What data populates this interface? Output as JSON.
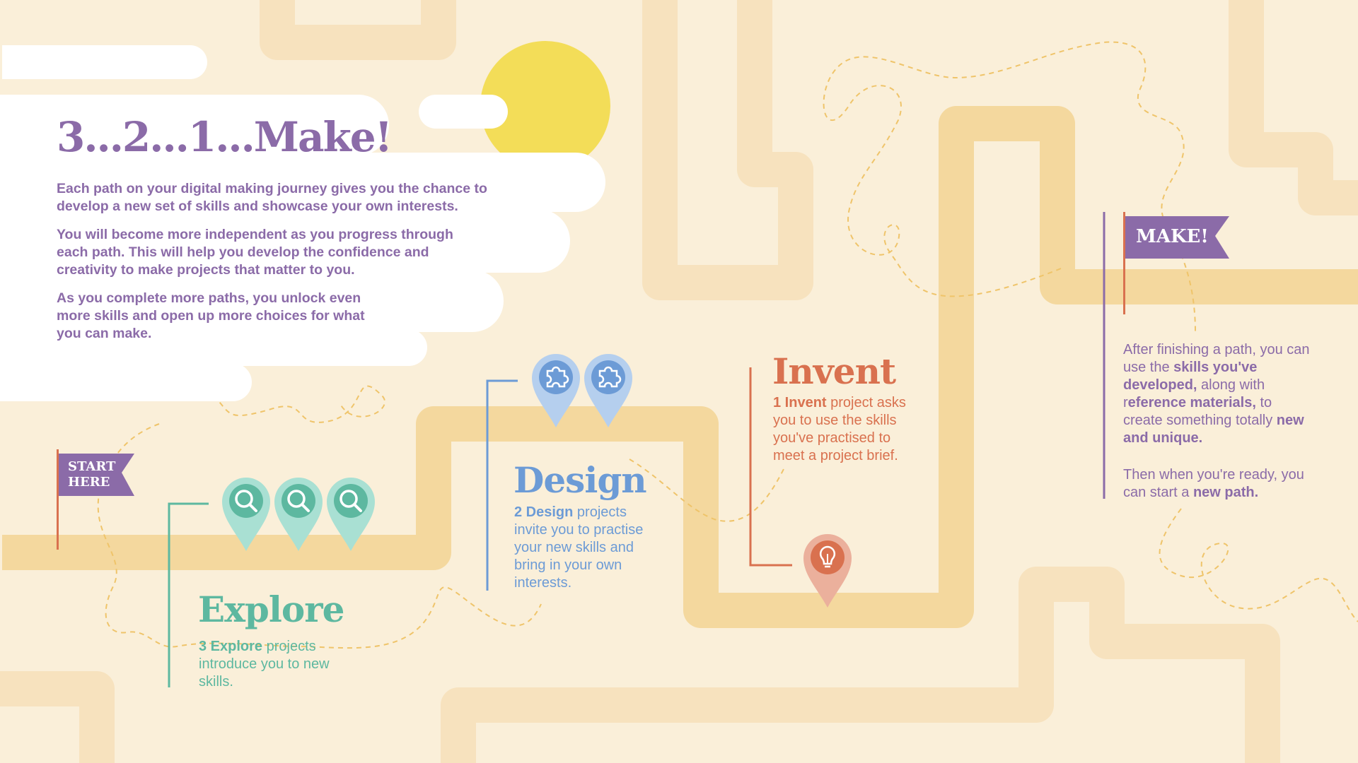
{
  "intro": {
    "title": "3...2...1...Make!",
    "paragraphs": [
      "Each path on your digital making journey gives you the chance to develop a new set of skills and showcase your own interests.",
      "You will become more independent as you progress through each path. This will help you develop the confidence and creativity to make projects that matter to you.",
      "As you complete more paths, you unlock even more skills and open up more choices for what you can make."
    ]
  },
  "start_flag": {
    "line1": "START",
    "line2": "HERE"
  },
  "make_flag": {
    "label": "MAKE!"
  },
  "explore": {
    "heading": "Explore",
    "count_bold": "3 Explore",
    "text_rest": "projects introduce you to new skills.",
    "pin_count": 3,
    "color": "#5DB8A0",
    "pin_icon": "magnifier-icon"
  },
  "design": {
    "heading": "Design",
    "count_bold": "2 Design",
    "text_rest": "projects invite you to practise your new skills and bring in your own interests.",
    "pin_count": 2,
    "color": "#6C9BD6",
    "pin_icon": "puzzle-piece-icon"
  },
  "invent": {
    "heading": "Invent",
    "count_bold": "1 Invent",
    "text_rest": "project asks you to use the skills you've practised to meet a project brief.",
    "pin_count": 1,
    "color": "#D9714F",
    "pin_icon": "lightbulb-icon"
  },
  "make": {
    "p1_a": "After finishing a path, you can use the",
    "p1_b": "skills you've developed,",
    "p1_c": "along with r",
    "p1_d": "eference materials,",
    "p1_e": "to create something totally",
    "p1_f": "new and unique.",
    "p2_a": "Then when you're ready, you can start a",
    "p2_b": "new path.",
    "color": "#8B6BA8"
  },
  "colors": {
    "background": "#FAEFD9",
    "road": "#F4D89E",
    "maze": "#F7E2BE",
    "sun": "#F3DD58",
    "purple": "#8B6BA8",
    "teal": "#5DB8A0",
    "blue": "#6C9BD6",
    "orange": "#D9714F"
  }
}
